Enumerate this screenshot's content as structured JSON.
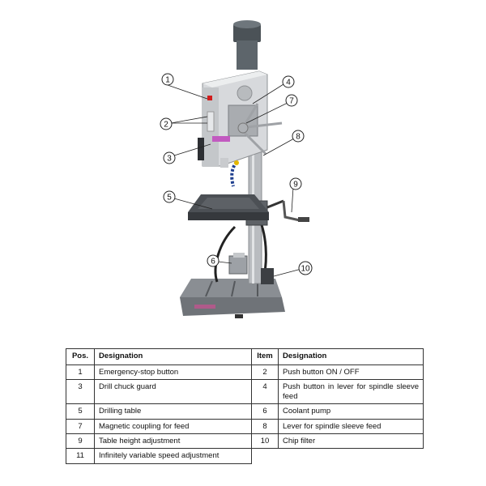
{
  "figure": {
    "callouts": [
      "1",
      "2",
      "3",
      "4",
      "5",
      "6",
      "7",
      "8",
      "9",
      "10"
    ]
  },
  "table": {
    "headers": [
      "Pos.",
      "Designation",
      "Item",
      "Designation"
    ],
    "rows": [
      {
        "pos": "1",
        "designation": "Emergency-stop button",
        "item": "2",
        "designation2": "Push button ON / OFF"
      },
      {
        "pos": "3",
        "designation": "Drill chuck guard",
        "item": "4",
        "designation2": "Push button in lever for spindle sleeve feed"
      },
      {
        "pos": "5",
        "designation": "Drilling table",
        "item": "6",
        "designation2": "Coolant pump"
      },
      {
        "pos": "7",
        "designation": "Magnetic coupling for feed",
        "item": "8",
        "designation2": "Lever for spindle sleeve feed"
      },
      {
        "pos": "9",
        "designation": "Table height adjustment",
        "item": "10",
        "designation2": "Chip filter"
      },
      {
        "pos": "11",
        "designation": "Infinitely variable speed adjustment"
      }
    ]
  }
}
